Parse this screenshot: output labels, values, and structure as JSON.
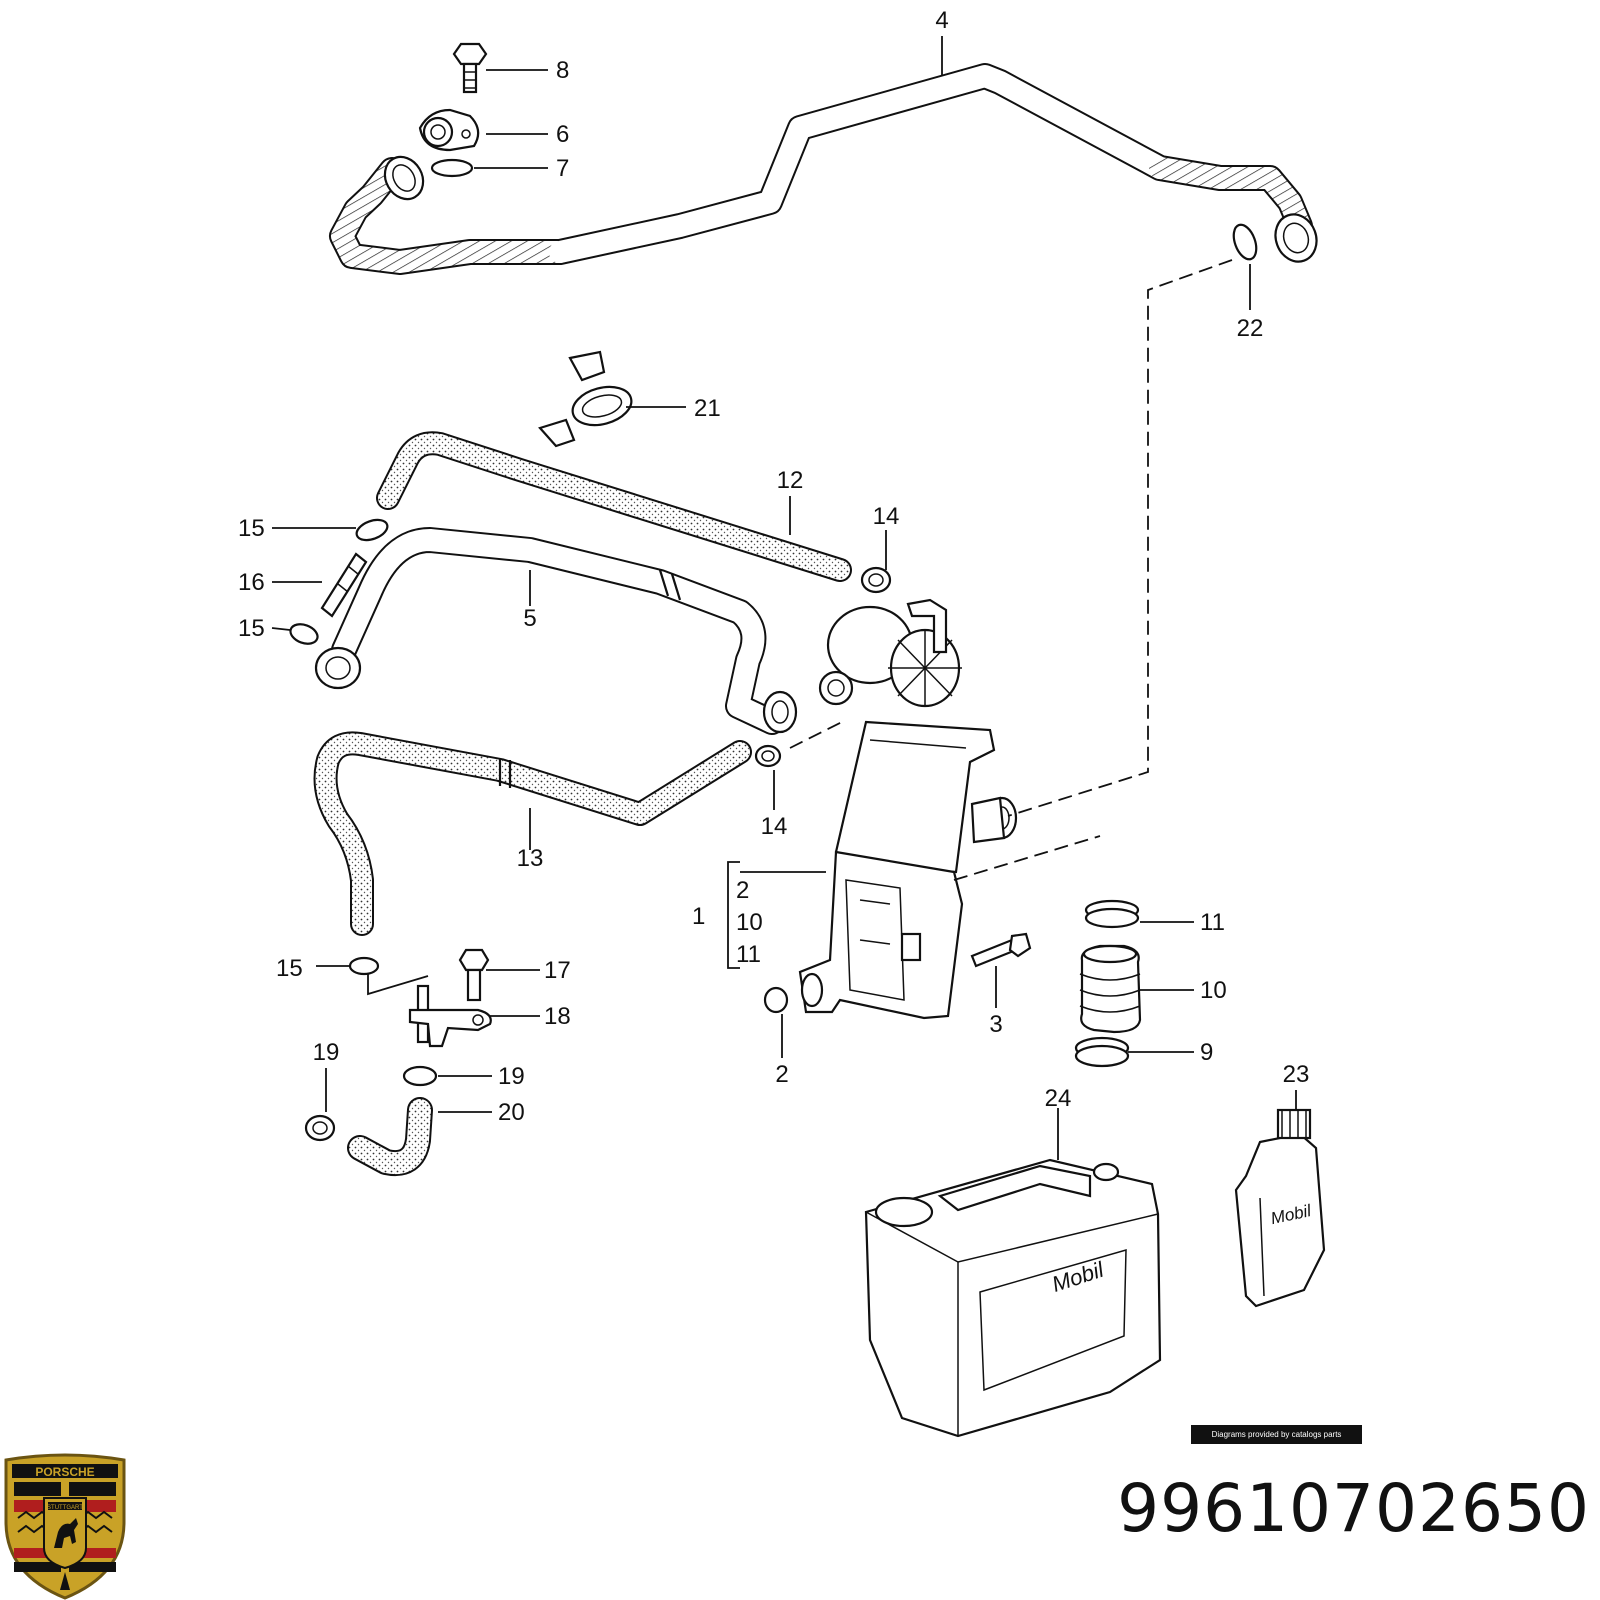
{
  "diagram": {
    "callouts": {
      "n1": "1",
      "n2": "2",
      "n3": "3",
      "n4": "4",
      "n5": "5",
      "n6": "6",
      "n7": "7",
      "n8": "8",
      "n9": "9",
      "n10": "10",
      "n11": "11",
      "n12": "12",
      "n13": "13",
      "n14": "14",
      "n15": "15",
      "n16": "16",
      "n17": "17",
      "n18": "18",
      "n19": "19",
      "n20": "20",
      "n21": "21",
      "n22": "22",
      "n23": "23",
      "n24": "24"
    },
    "group_1_items": [
      "2",
      "10",
      "11"
    ],
    "canister_brand": "Mobil",
    "bottle_brand": "Mobil"
  },
  "credit": "Diagrams provided by catalogs parts",
  "part_number": "99610702650",
  "logo": {
    "brand": "PORSCHE",
    "city": "STUTTGART",
    "colors": {
      "gold": "#c9a227",
      "red": "#b01e1e",
      "black": "#111111"
    }
  }
}
